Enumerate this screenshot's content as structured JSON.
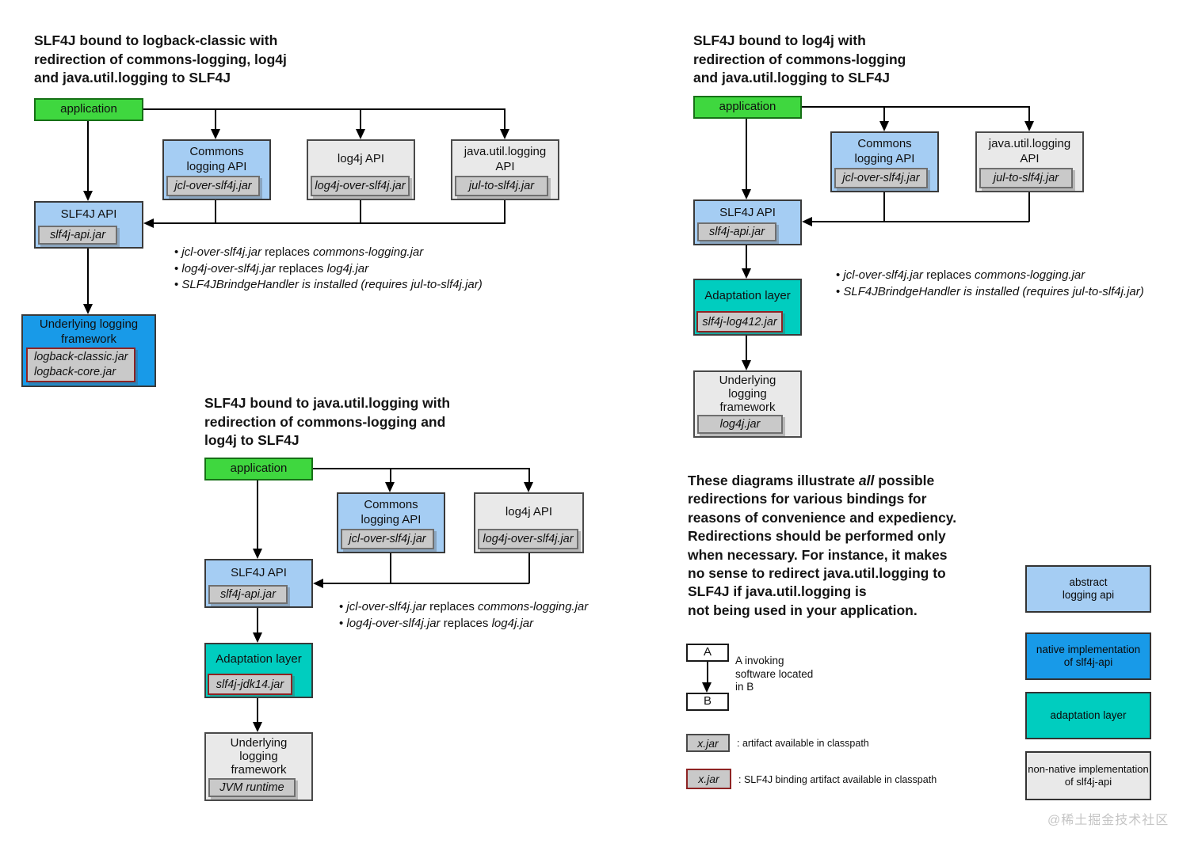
{
  "colors": {
    "application_green": "#3fd73f",
    "abstract_api_blue": "#a5cdf3",
    "native_impl_blue": "#189ae8",
    "adaptation_teal": "#00cdbf",
    "nonnative_gray": "#e9e9e9",
    "jar_gray": "#c9c9c9",
    "binding_border_red": "#8e2323"
  },
  "d1": {
    "title": [
      "SLF4J bound to logback-classic with",
      "redirection of commons-logging, log4j",
      "and java.util.logging to SLF4J"
    ],
    "app": "application",
    "commons_label": "Commons\nlogging API",
    "commons_jar": "jcl-over-slf4j.jar",
    "log4j_label": "log4j API",
    "log4j_jar": "log4j-over-slf4j.jar",
    "jul_label": "java.util.logging\nAPI",
    "jul_jar": "jul-to-slf4j.jar",
    "slf4j_label": "SLF4J API",
    "slf4j_jar": "slf4j-api.jar",
    "under_label": "Underlying logging\nframework",
    "under_jar": "logback-classic.jar\nlogback-core.jar",
    "bullets": [
      {
        "a": "jcl-over-slf4j.jar",
        "b": " replaces ",
        "c": "commons-logging.jar"
      },
      {
        "a": "log4j-over-slf4j.jar",
        "b": " replaces ",
        "c": "log4j.jar"
      },
      {
        "a": "SLF4JBrindgeHandler is installed (requires jul-to-slf4j.jar)",
        "b": "",
        "c": ""
      }
    ]
  },
  "d2": {
    "title": [
      "SLF4J bound to log4j with",
      "redirection of commons-logging",
      "and java.util.logging to SLF4J"
    ],
    "app": "application",
    "commons_label": "Commons\nlogging API",
    "commons_jar": "jcl-over-slf4j.jar",
    "jul_label": "java.util.logging\nAPI",
    "jul_jar": "jul-to-slf4j.jar",
    "slf4j_label": "SLF4J API",
    "slf4j_jar": "slf4j-api.jar",
    "adapt_label": "Adaptation layer",
    "adapt_jar": "slf4j-log412.jar",
    "under_label": "Underlying\nlogging\nframework",
    "under_jar": "log4j.jar",
    "bullets": [
      {
        "a": "jcl-over-slf4j.jar",
        "b": " replaces ",
        "c": "commons-logging.jar"
      },
      {
        "a": "SLF4JBrindgeHandler is installed (requires jul-to-slf4j.jar)",
        "b": "",
        "c": ""
      }
    ]
  },
  "d3": {
    "title": [
      "SLF4J bound to java.util.logging with",
      "redirection of commons-logging and",
      "log4j to SLF4J"
    ],
    "app": "application",
    "commons_label": "Commons\nlogging API",
    "commons_jar": "jcl-over-slf4j.jar",
    "log4j_label": "log4j API",
    "log4j_jar": "log4j-over-slf4j.jar",
    "slf4j_label": "SLF4J API",
    "slf4j_jar": "slf4j-api.jar",
    "adapt_label": "Adaptation layer",
    "adapt_jar": "slf4j-jdk14.jar",
    "under_label": "Underlying\nlogging\nframework",
    "under_jar": "JVM runtime",
    "bullets": [
      {
        "a": "jcl-over-slf4j.jar",
        "b": " replaces ",
        "c": "commons-logging.jar"
      },
      {
        "a": "log4j-over-slf4j.jar",
        "b": " replaces ",
        "c": "log4j.jar"
      }
    ]
  },
  "note": {
    "line1_pre": "These diagrams illustrate ",
    "line1_em": "all",
    "line1_post": " possible",
    "lines": [
      "redirections for various bindings for",
      "reasons of convenience and expediency.",
      "Redirections should be performed only",
      "when necessary. For instance, it makes",
      "no sense to redirect java.util.logging to",
      "SLF4J if java.util.logging is",
      "not being used in your application."
    ]
  },
  "legend": {
    "a": "A",
    "b": "B",
    "invoke_caption": "A invoking\nsoftware located\nin B",
    "jar_label": "x.jar",
    "jar_plain_caption": ": artifact available in classpath",
    "jar_binding_caption": ": SLF4J binding artifact available in classpath",
    "color_boxes": [
      {
        "label": "abstract\nlogging api"
      },
      {
        "label": "native implementation\nof slf4j-api"
      },
      {
        "label": "adaptation layer"
      },
      {
        "label": "non-native implementation\nof slf4j-api"
      }
    ]
  },
  "watermark": "@稀土掘金技术社区"
}
